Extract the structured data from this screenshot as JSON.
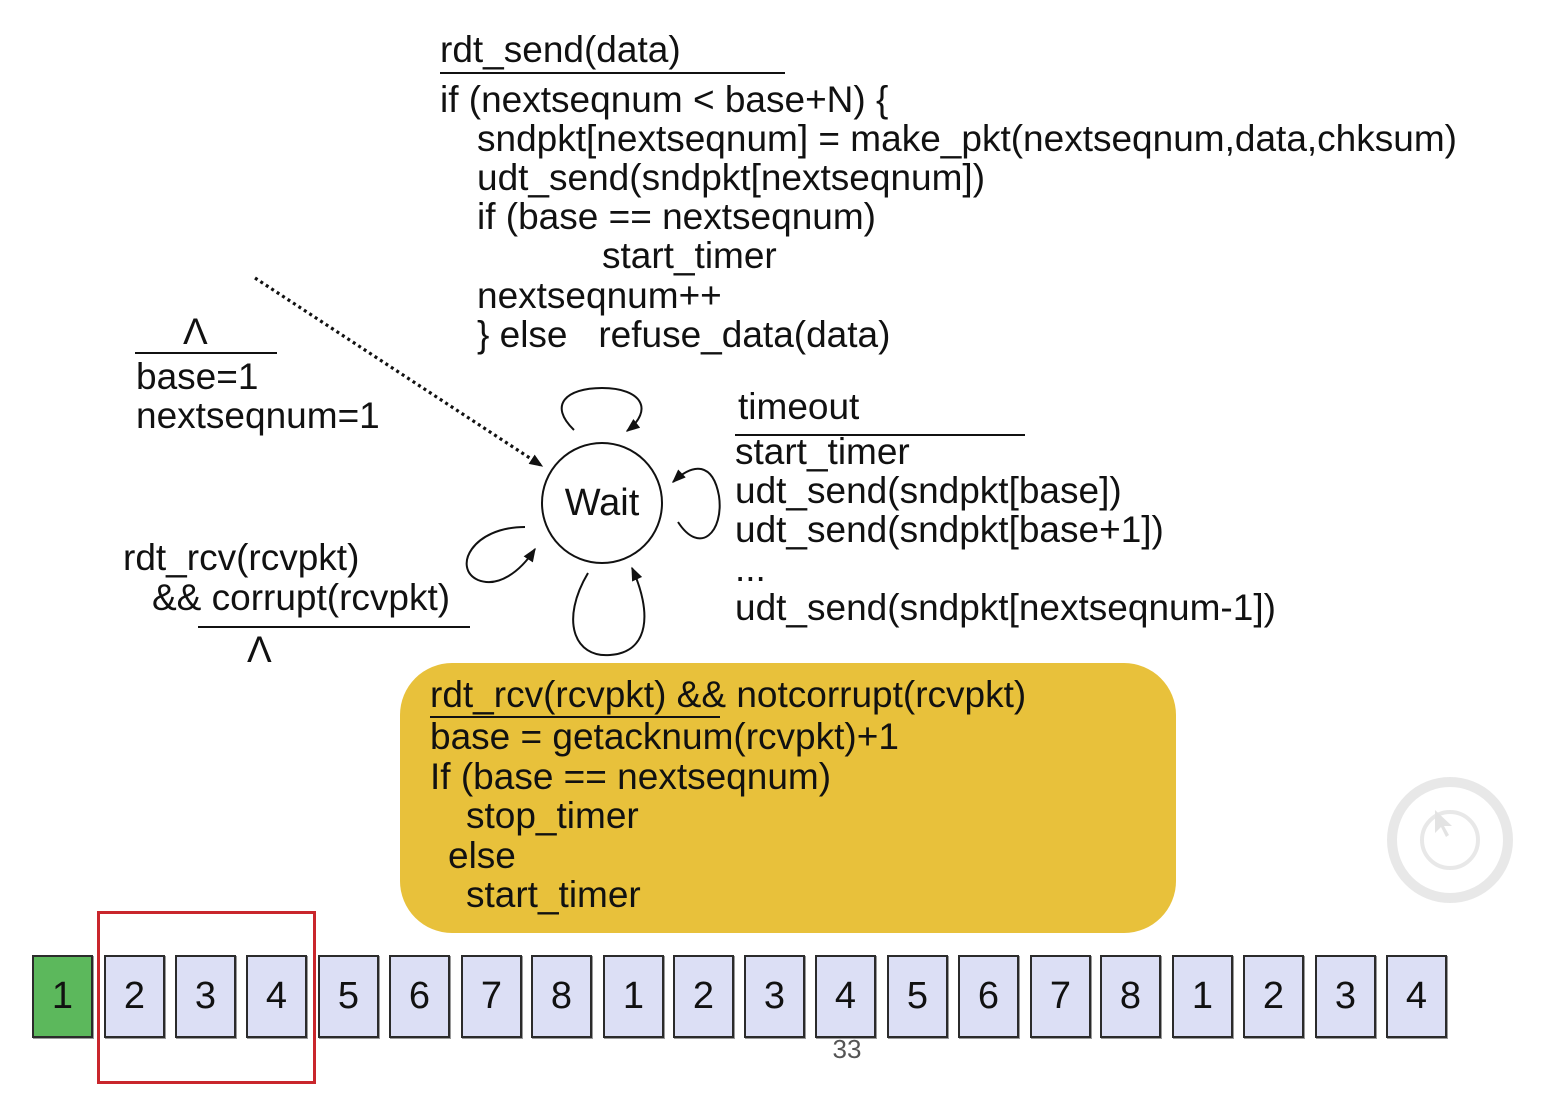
{
  "send_transition": {
    "event": "rdt_send(data)",
    "actions": [
      "if (nextseqnum < base+N) {",
      "sndpkt[nextseqnum] = make_pkt(nextseqnum,data,chksum)",
      "udt_send(sndpkt[nextseqnum])",
      "if (base == nextseqnum)",
      "start_timer",
      "nextseqnum++",
      "} else   refuse_data(data)"
    ]
  },
  "init_transition": {
    "event": "Λ",
    "actions": [
      "base=1",
      "nextseqnum=1"
    ]
  },
  "state": {
    "name": "Wait"
  },
  "timeout_transition": {
    "event": "timeout",
    "actions": [
      "start_timer",
      "udt_send(sndpkt[base])",
      "udt_send(sndpkt[base+1])",
      "...",
      "udt_send(sndpkt[nextseqnum-1])"
    ]
  },
  "corrupt_transition": {
    "event": [
      "rdt_rcv(rcvpkt)",
      "&& corrupt(rcvpkt)"
    ],
    "action": "Λ"
  },
  "ack_transition": {
    "event": "rdt_rcv(rcvpkt) && notcorrupt(rcvpkt)",
    "actions": [
      "base = getacknum(rcvpkt)+1",
      "If (base == nextseqnum)",
      "stop_timer",
      "else",
      "start_timer"
    ]
  },
  "sequence": {
    "packets": [
      1,
      2,
      3,
      4,
      5,
      6,
      7,
      8,
      1,
      2,
      3,
      4,
      5,
      6,
      7,
      8,
      1,
      2,
      3,
      4
    ],
    "highlighted_index": 0,
    "framed_indices": [
      1,
      2,
      3
    ]
  },
  "page_number": "33",
  "colors": {
    "ack_box": "#e8c13b",
    "highlighted_packet": "#5cb85c",
    "packet": "#dcdff5",
    "window_frame": "#c9262c"
  }
}
